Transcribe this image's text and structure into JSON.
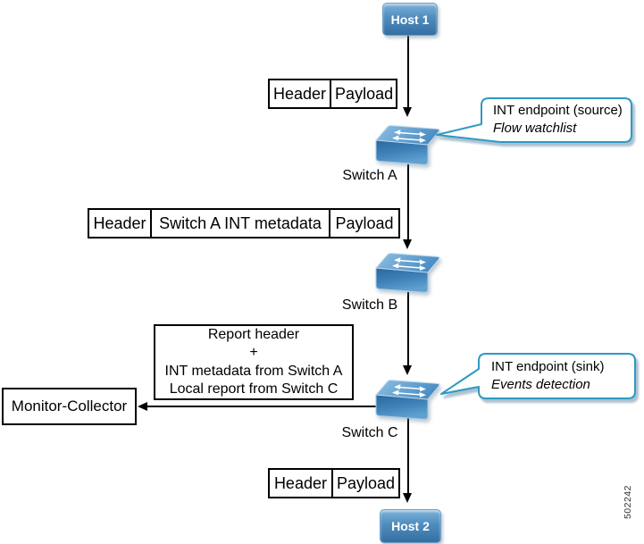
{
  "hosts": {
    "host1": "Host 1",
    "host2": "Host 2"
  },
  "switches": {
    "a": "Switch A",
    "b": "Switch B",
    "c": "Switch C"
  },
  "monitor": {
    "label": "Monitor-Collector"
  },
  "packets": {
    "host1_out": [
      "Header",
      "Payload"
    ],
    "switch_a_out": [
      "Header",
      "Switch A INT metadata",
      "Payload"
    ],
    "switch_c_out": [
      "Header",
      "Payload"
    ]
  },
  "report": {
    "lines": [
      "Report header",
      "+",
      "INT metadata from Switch A",
      "Local report from Switch C"
    ]
  },
  "callouts": {
    "source": {
      "title": "INT endpoint (source)",
      "subtitle": "Flow watchlist"
    },
    "sink": {
      "title": "INT endpoint (sink)",
      "subtitle": "Events detection"
    }
  },
  "figure_code": "502242",
  "colors": {
    "callout_border": "#2e9ac2",
    "callout_shadow": "#7f9fb7",
    "node_blue_dark": "#2a679f",
    "node_blue_light": "#8fc0e4",
    "line": "#000000"
  }
}
